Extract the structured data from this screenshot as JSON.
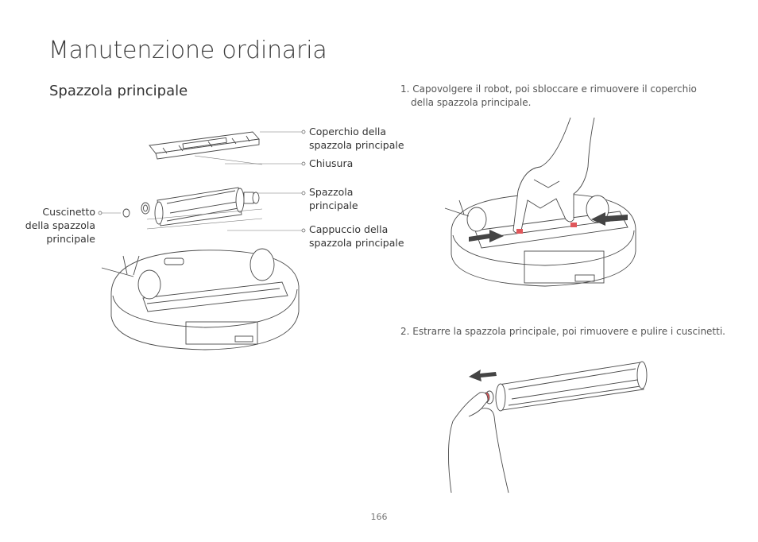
{
  "page": {
    "title": "Manutenzione ordinaria",
    "section": "Spazzola principale",
    "page_number": "166"
  },
  "labels": {
    "cover": [
      "Coperchio della",
      "spazzola principale"
    ],
    "latch": "Chiusura",
    "brush": [
      "Spazzola",
      "principale"
    ],
    "cap": [
      "Cappuccio della",
      "spazzola principale"
    ],
    "bearing": [
      "Cuscinetto",
      "della spazzola",
      "principale"
    ]
  },
  "steps": [
    {
      "text_1": "1. Capovolgere il robot, poi sbloccare e rimuovere il coperchio",
      "text_2": "della spazzola principale."
    },
    {
      "text_1": "2. Estrarre la spazzola principale, poi rimuovere e pulire i cuscinetti."
    }
  ],
  "colors": {
    "accent": "#e0575b",
    "line": "#4a4a4a",
    "text": "#333333"
  },
  "icons": [
    "robot-vacuum-illustration",
    "main-brush-illustration",
    "hand-illustration",
    "arrow-icon"
  ]
}
